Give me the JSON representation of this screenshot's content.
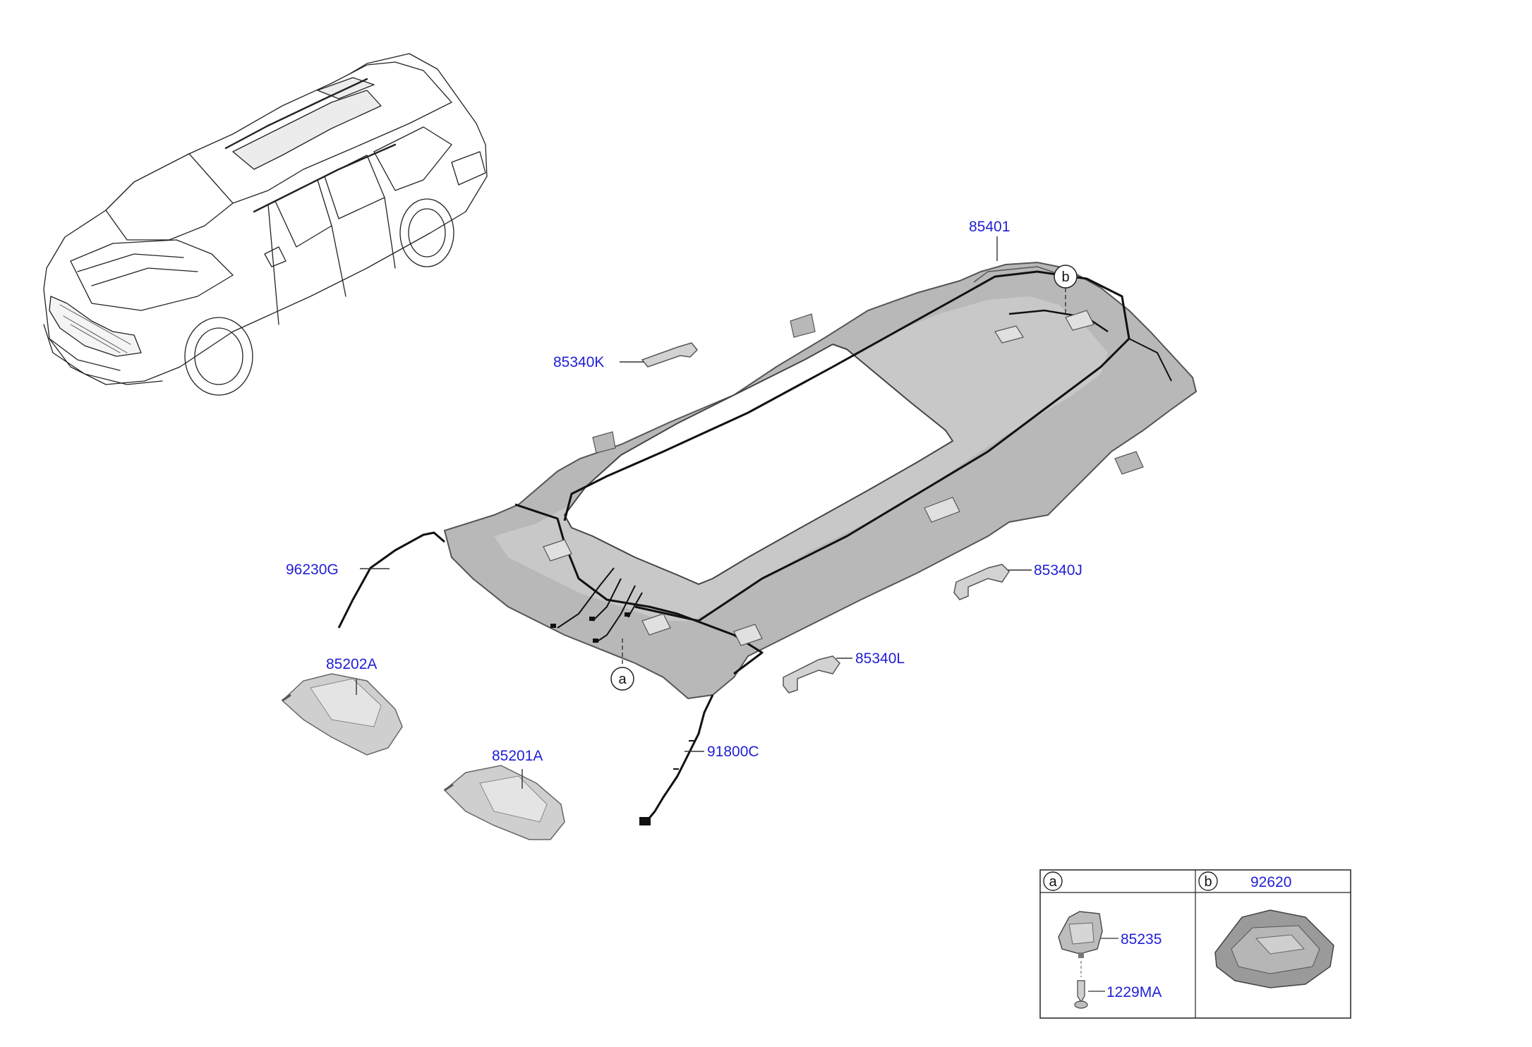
{
  "diagram": {
    "labels": {
      "headlining": "85401",
      "handle_k": "85340K",
      "handle_j": "85340J",
      "handle_l": "85340L",
      "wiring_96230g": "96230G",
      "visor_85202a": "85202A",
      "visor_85201a": "85201A",
      "wiring_91800c": "91800C"
    },
    "callouts": {
      "a": "a",
      "b": "b"
    },
    "legend": {
      "cell_a": {
        "circle": "a",
        "parts": [
          "85235",
          "1229MA"
        ]
      },
      "cell_b": {
        "circle": "b",
        "part": "92620"
      }
    }
  }
}
